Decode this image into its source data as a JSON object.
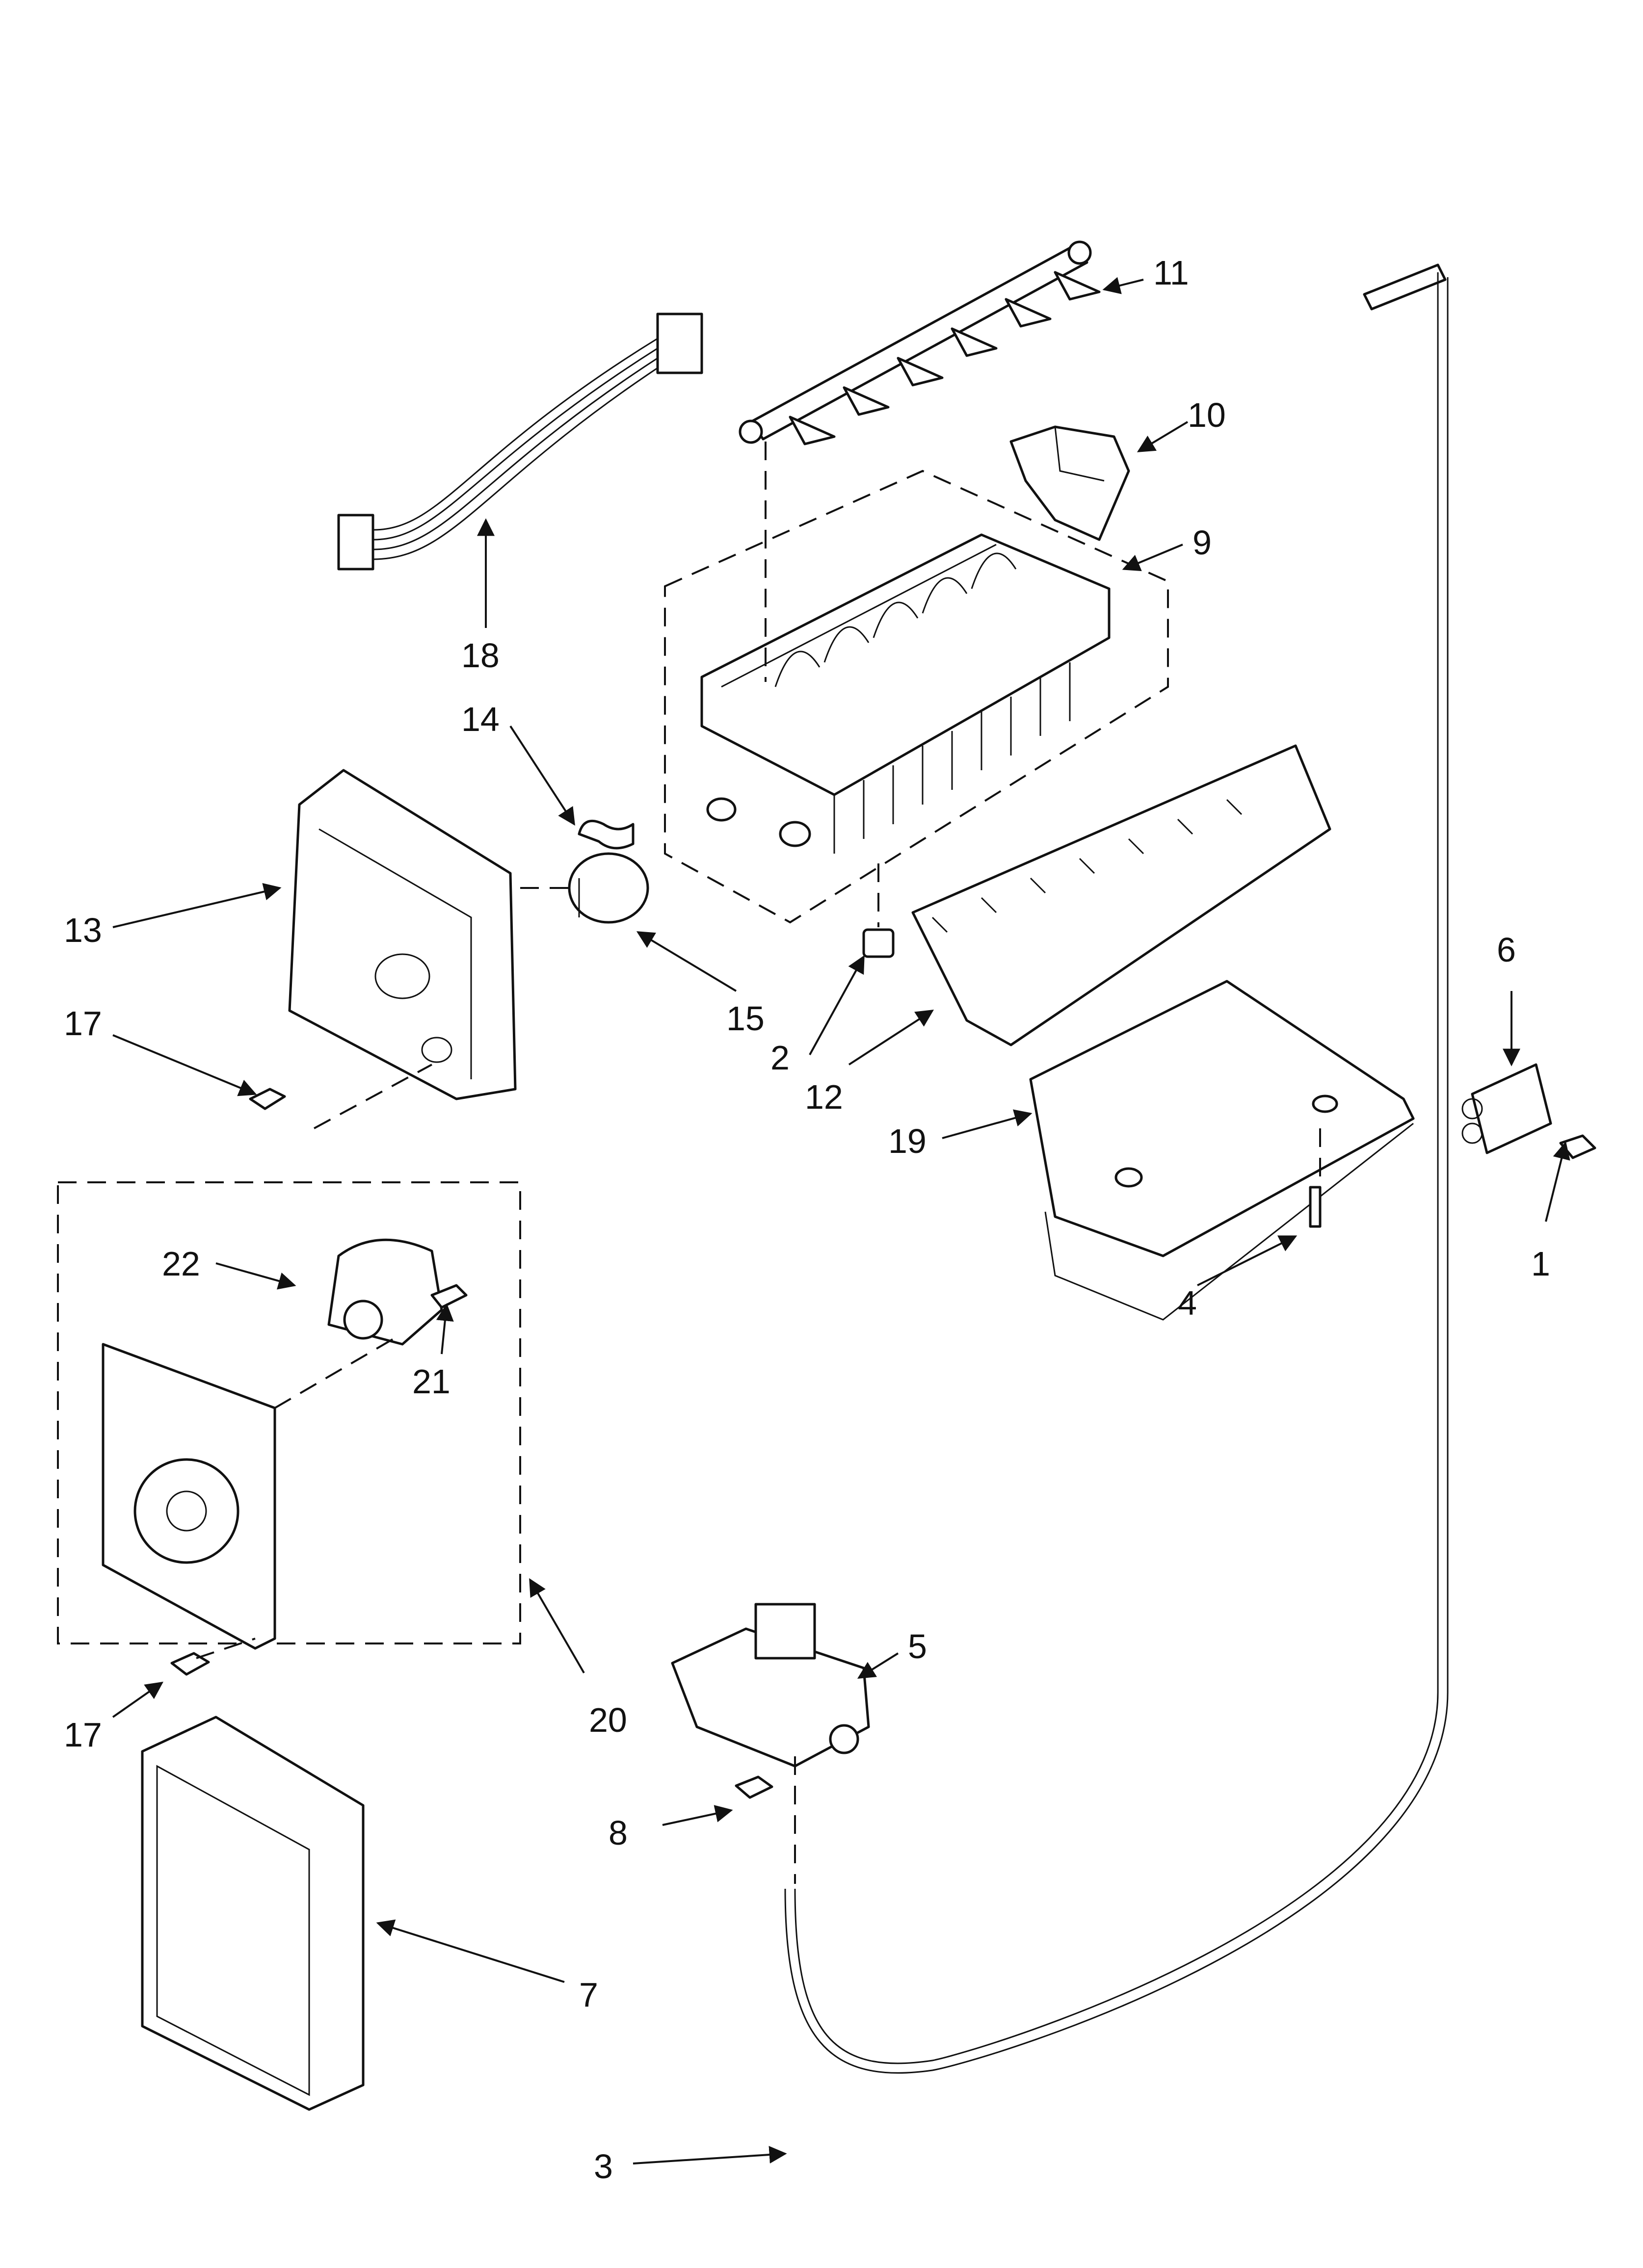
{
  "callouts": {
    "c1": "1",
    "c2": "2",
    "c3": "3",
    "c4": "4",
    "c5": "5",
    "c6": "6",
    "c7": "7",
    "c8": "8",
    "c9": "9",
    "c10": "10",
    "c11": "11",
    "c12": "12",
    "c13": "13",
    "c14": "14",
    "c15": "15",
    "c17a": "17",
    "c17b": "17",
    "c18": "18",
    "c19": "19",
    "c20": "20",
    "c21": "21",
    "c22": "22"
  }
}
